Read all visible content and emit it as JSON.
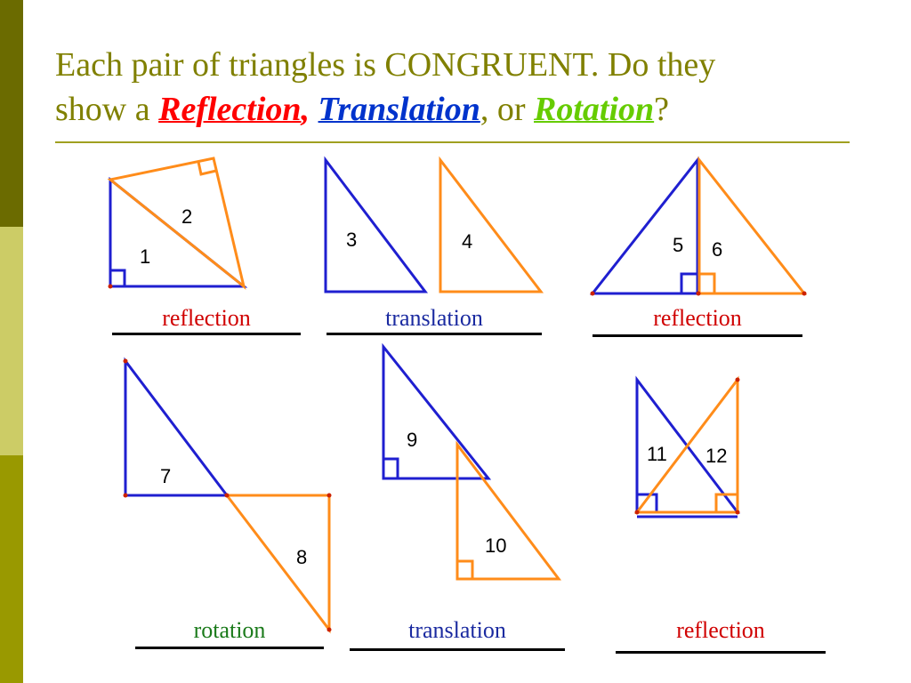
{
  "title": {
    "line1": "Each pair of triangles is CONGRUENT.  Do they",
    "line2_prefix": "show a ",
    "reflection": "Reflection",
    "comma": ",",
    "translation": "Translation",
    "or_text": ", or ",
    "rotation": "Rotation",
    "question": "?"
  },
  "colors": {
    "sidebar_dark": "#6b6b00",
    "sidebar_light": "#cccc66",
    "sidebar_mid": "#999900",
    "title": "#808000",
    "rule": "#a0a020",
    "reflection": "#ff0000",
    "translation": "#0033cc",
    "rotation": "#66cc00",
    "blue_triangle": "#1f1fd0",
    "orange_triangle": "#ff8c1a",
    "answer_red": "#d00000",
    "answer_blue": "#1a2aa0",
    "answer_green": "#1a7a1a"
  },
  "labels": {
    "t1": "1",
    "t2": "2",
    "t3": "3",
    "t4": "4",
    "t5": "5",
    "t6": "6",
    "t7": "7",
    "t8": "8",
    "t9": "9",
    "t10": "10",
    "t11": "11",
    "t12": "12"
  },
  "answers": {
    "pair1": "reflection",
    "pair2": "translation",
    "pair3": "reflection",
    "pair4": "rotation",
    "pair5": "translation",
    "pair6": "reflection"
  }
}
